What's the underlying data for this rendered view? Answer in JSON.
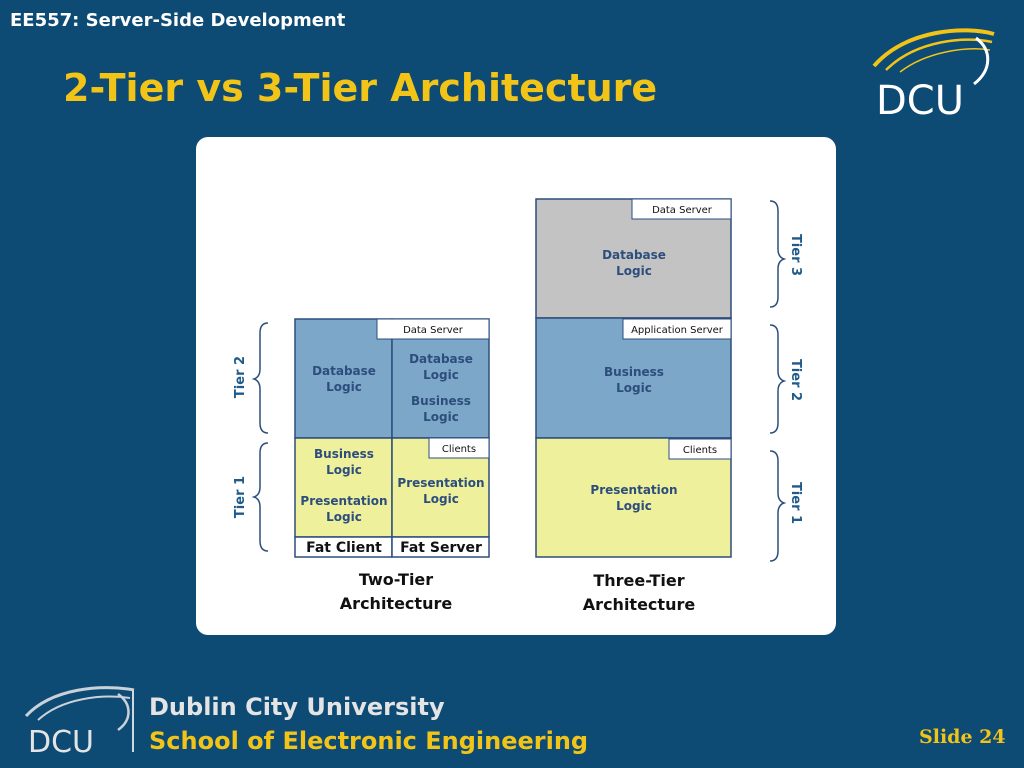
{
  "header": {
    "course": "EE557: Server-Side Development",
    "title": "2-Tier vs 3-Tier Architecture",
    "logo_text": "DCU"
  },
  "diagram": {
    "two_tier": {
      "data_server_label": "Data Server",
      "database_logic": [
        "Database",
        "Logic"
      ],
      "server_upper": [
        "Database",
        "Logic",
        "Business",
        "Logic"
      ],
      "clients_label": "Clients",
      "client_lower": [
        "Business",
        "Logic",
        "Presentation",
        "Logic"
      ],
      "server_lower": [
        "Presentation",
        "Logic"
      ],
      "fat_client": "Fat Client",
      "fat_server": "Fat Server",
      "caption": [
        "Two-Tier",
        "Architecture"
      ],
      "tier_labels": [
        "Tier 2",
        "Tier 1"
      ]
    },
    "three_tier": {
      "data_server_label": "Data Server",
      "database_logic": [
        "Database",
        "Logic"
      ],
      "app_server_label": "Application Server",
      "business_logic": [
        "Business",
        "Logic"
      ],
      "clients_label": "Clients",
      "presentation_logic": [
        "Presentation",
        "Logic"
      ],
      "caption": [
        "Three-Tier",
        "Architecture"
      ],
      "tier_labels": [
        "Tier 3",
        "Tier 2",
        "Tier 1"
      ]
    },
    "colors": {
      "database": "#c3c3c3",
      "blue": "#7da7c8",
      "yellow": "#eef09c",
      "ink": "#2d4e7c",
      "label_text": "#1f5a8a"
    }
  },
  "footer": {
    "university": "Dublin City University",
    "school": "School of Electronic Engineering",
    "logo_text": "DCU",
    "slide_label": "Slide 24"
  }
}
